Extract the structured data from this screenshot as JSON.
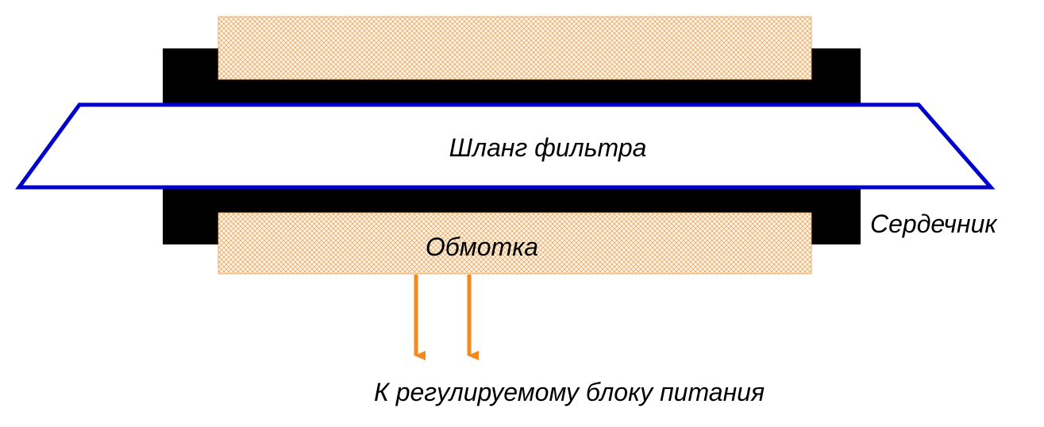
{
  "labels": {
    "hose": "Шланг фильтра",
    "winding": "Обмотка",
    "core": "Сердечник",
    "power_supply": "К регулируемому блоку питания"
  },
  "colors": {
    "core": "#000000",
    "hose_outline": "#0000cc",
    "hose_fill": "#ffffff",
    "winding_fill": "#fdf3e6",
    "winding_hatch": "#e8a050",
    "leads": "#f5891e",
    "text": "#000000"
  }
}
